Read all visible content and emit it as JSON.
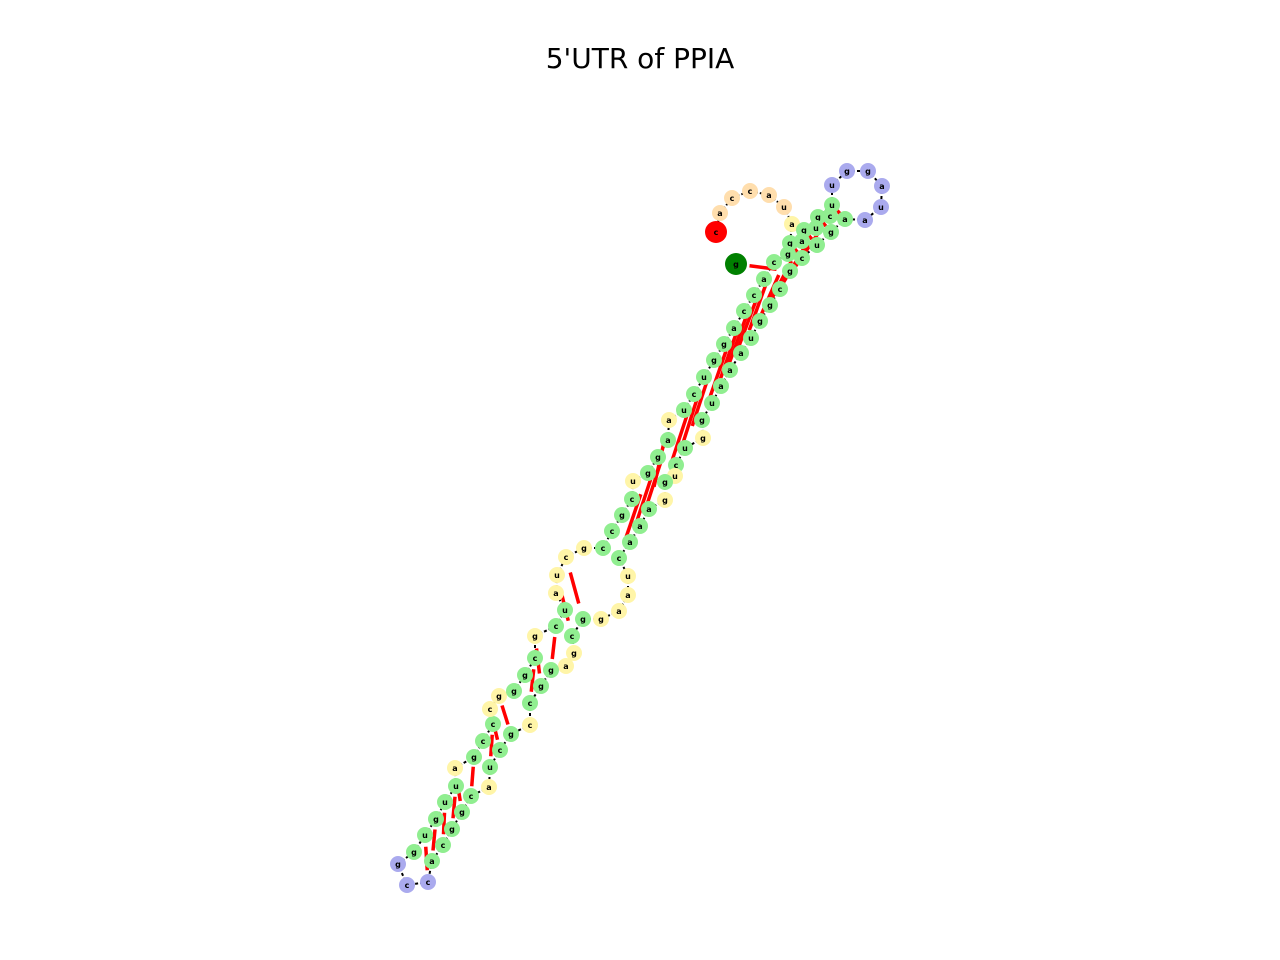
{
  "title": "5'UTR of PPIA",
  "colors": {
    "stem": "#90ee90",
    "loop_internal": "#fff5a8",
    "hairpin": "#aaaaee",
    "exterior": "#ffdead",
    "five_prime_end": "#ff0000",
    "three_prime_end": "#008000",
    "pair_bond": "#ff0000",
    "backbone": "#000000"
  },
  "structure": {
    "sequence": "caccauaggguuggauaagucgcgguaaauggucuggaaacuaaggcgaggccgcuacggcaccgguguuagcccgggcgcuaucgccgcuggaaucuggaccacgaucgguucagaucga",
    "five_prime_end": "c",
    "three_prime_end": "g"
  }
}
